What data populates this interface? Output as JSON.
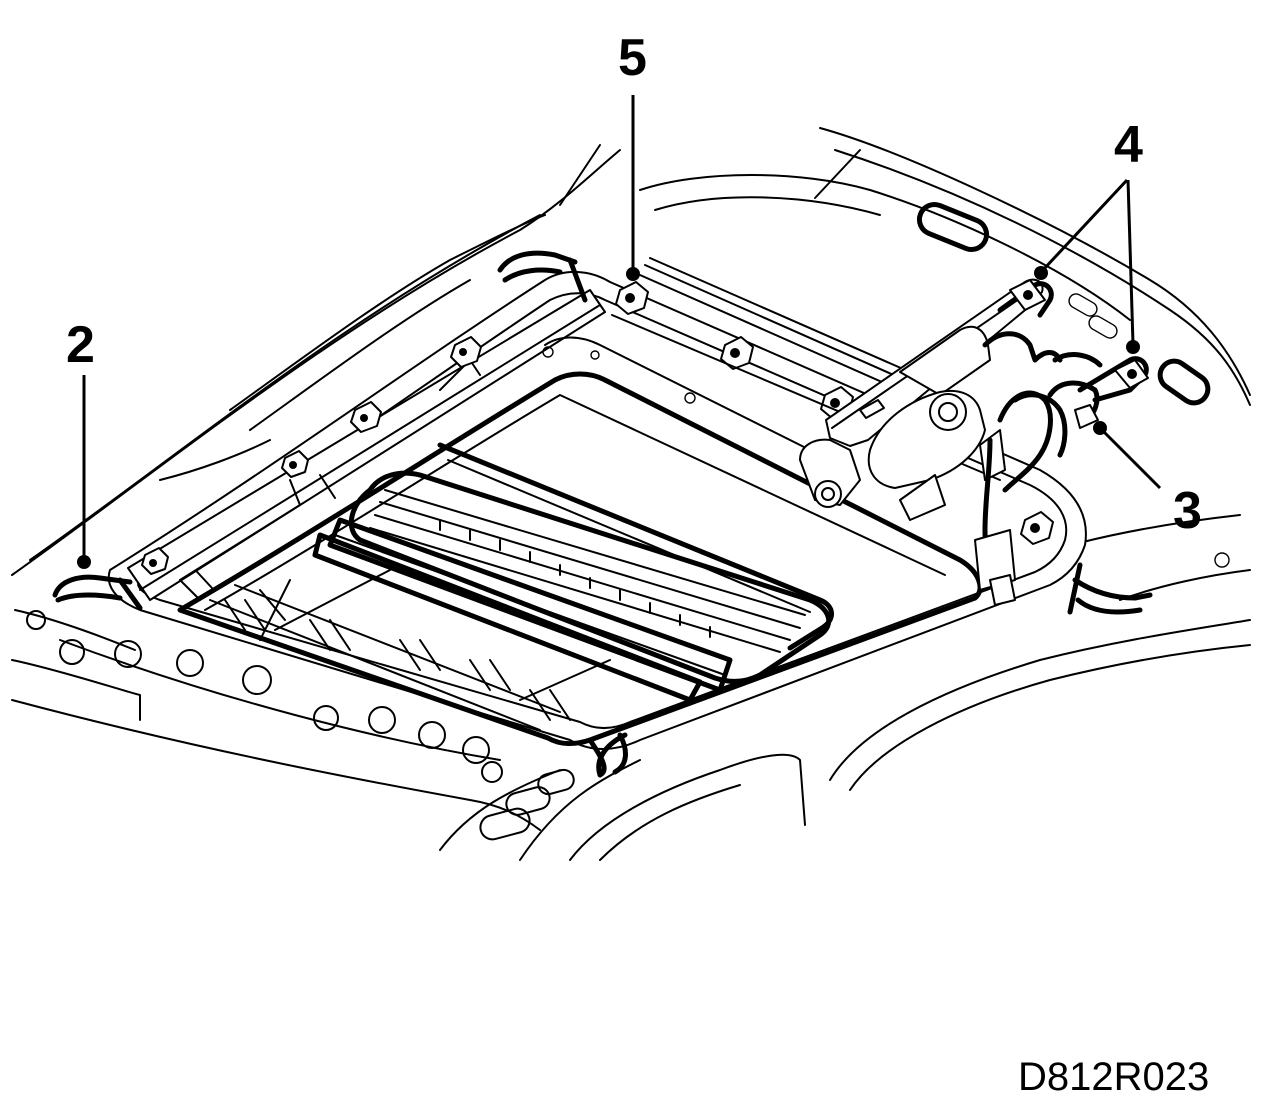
{
  "callouts": [
    {
      "id": "2",
      "label": "2"
    },
    {
      "id": "3",
      "label": "3"
    },
    {
      "id": "4",
      "label": "4"
    },
    {
      "id": "5",
      "label": "5"
    }
  ],
  "figure_code": "D812R023",
  "colors": {
    "ink": "#000000",
    "paper": "#ffffff"
  }
}
